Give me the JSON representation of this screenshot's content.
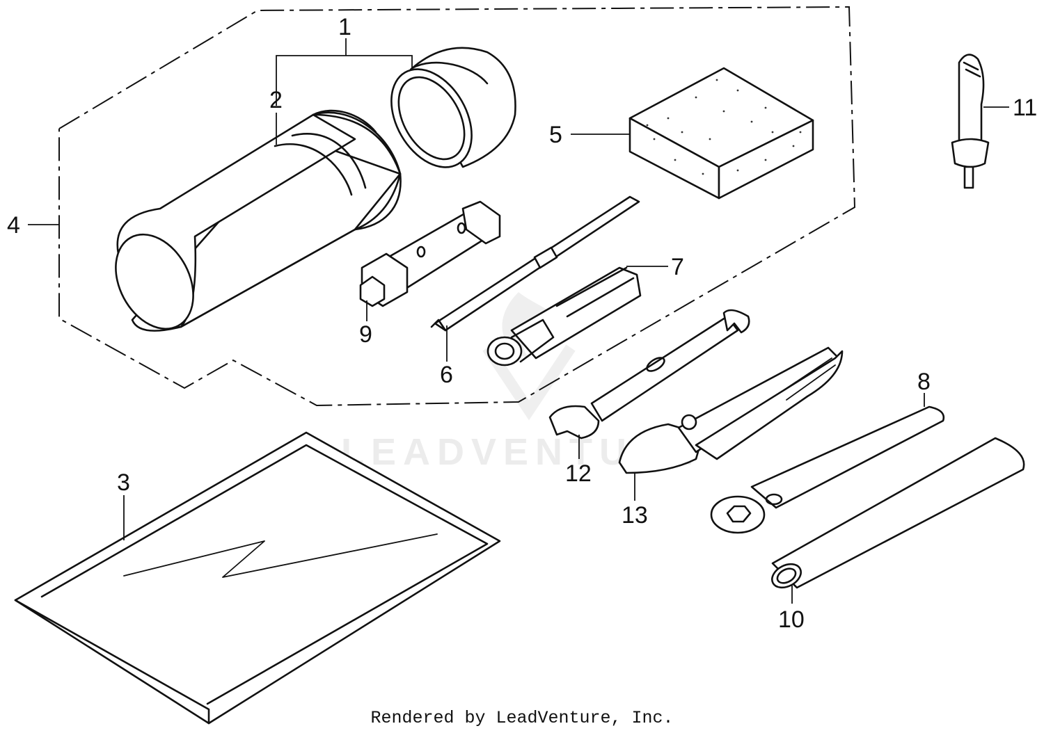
{
  "watermark": "LEADVENTURE",
  "callouts": [
    {
      "id": "1",
      "label": "1"
    },
    {
      "id": "2",
      "label": "2"
    },
    {
      "id": "3",
      "label": "3"
    },
    {
      "id": "4",
      "label": "4"
    },
    {
      "id": "5",
      "label": "5"
    },
    {
      "id": "6",
      "label": "6"
    },
    {
      "id": "7",
      "label": "7"
    },
    {
      "id": "8",
      "label": "8"
    },
    {
      "id": "9",
      "label": "9"
    },
    {
      "id": "10",
      "label": "10"
    },
    {
      "id": "11",
      "label": "11"
    },
    {
      "id": "12",
      "label": "12"
    },
    {
      "id": "13",
      "label": "13"
    }
  ],
  "credit": "Rendered by LeadVenture, Inc."
}
